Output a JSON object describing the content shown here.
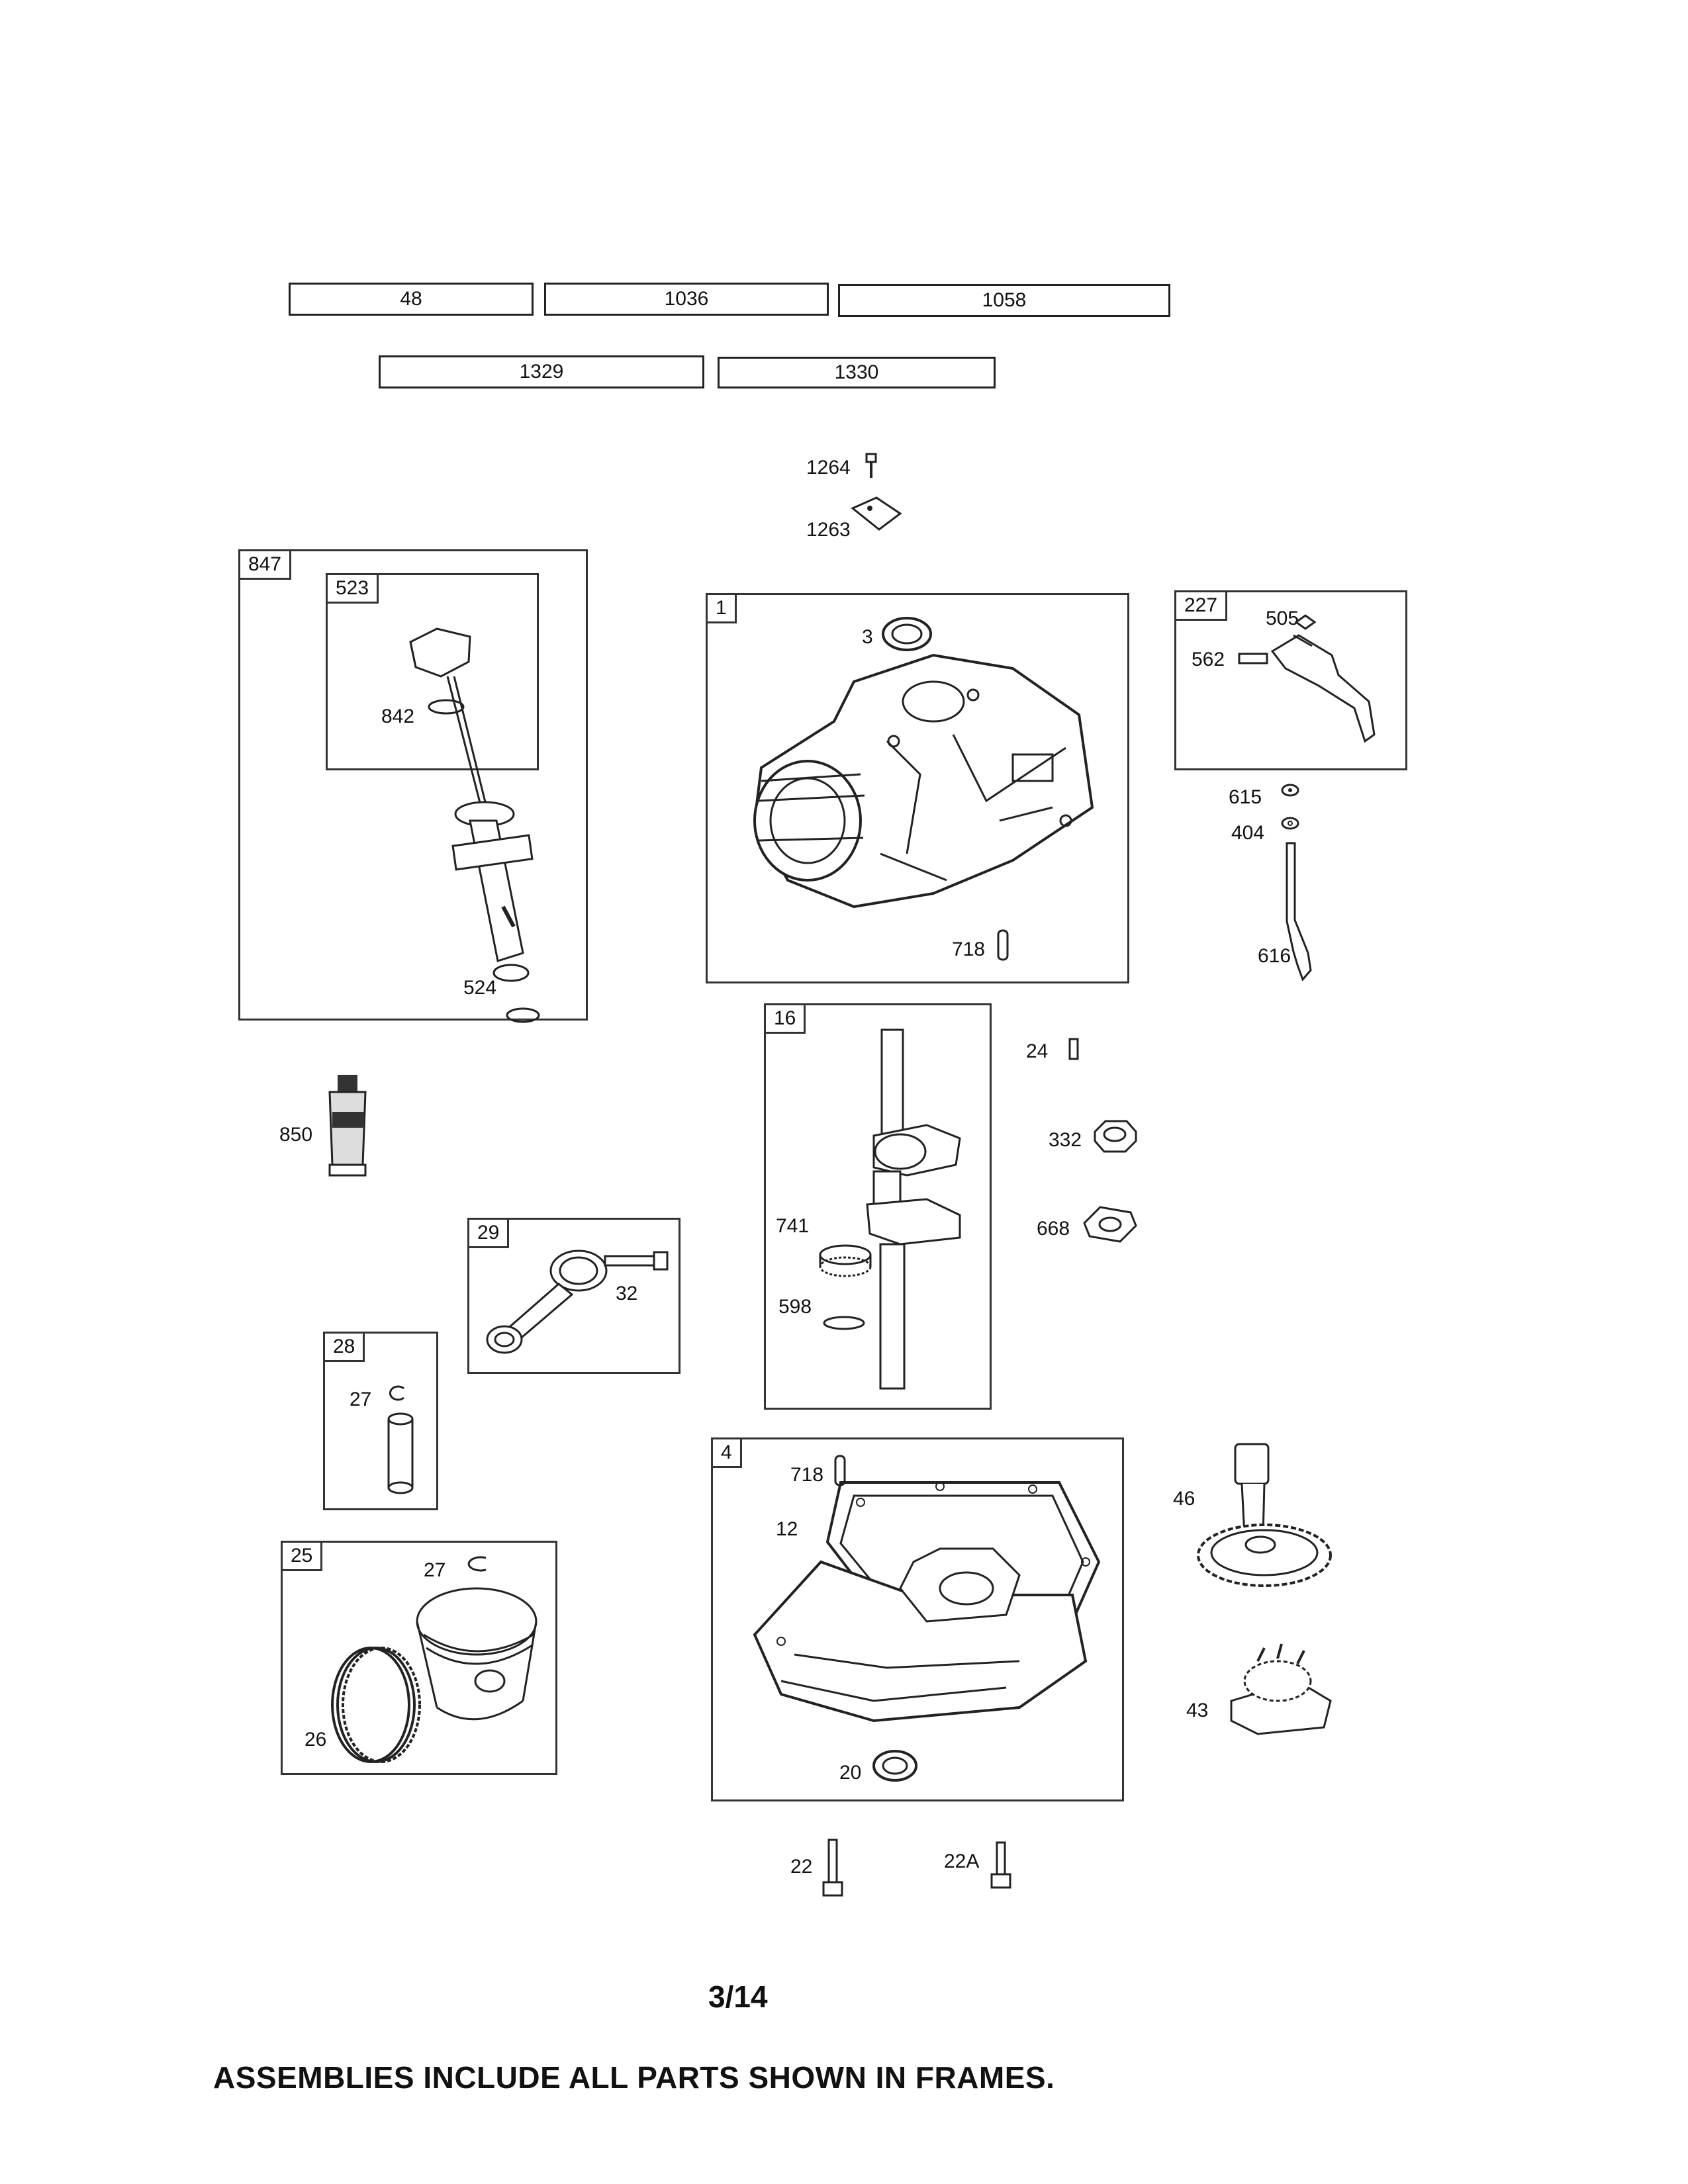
{
  "ref_boxes": [
    "48",
    "1036",
    "1058",
    "1329",
    "1330"
  ],
  "frames": {
    "f847": "847",
    "f523": "523",
    "f1": "1",
    "f227": "227",
    "f16": "16",
    "f29": "29",
    "f28": "28",
    "f25": "25",
    "f4": "4"
  },
  "callouts": {
    "c1264": "1264",
    "c1263": "1263",
    "c842": "842",
    "c524": "524",
    "c3": "3",
    "c718a": "718",
    "c505": "505",
    "c562": "562",
    "c615": "615",
    "c404": "404",
    "c616": "616",
    "c850": "850",
    "c24": "24",
    "c332": "332",
    "c668": "668",
    "c741": "741",
    "c598": "598",
    "c32": "32",
    "c27a": "27",
    "c27b": "27",
    "c26": "26",
    "c718b": "718",
    "c12": "12",
    "c20": "20",
    "c46": "46",
    "c43": "43",
    "c22": "22",
    "c22a": "22A"
  },
  "page_number": "3/14",
  "footer_note": "ASSEMBLIES INCLUDE ALL PARTS SHOWN IN FRAMES."
}
